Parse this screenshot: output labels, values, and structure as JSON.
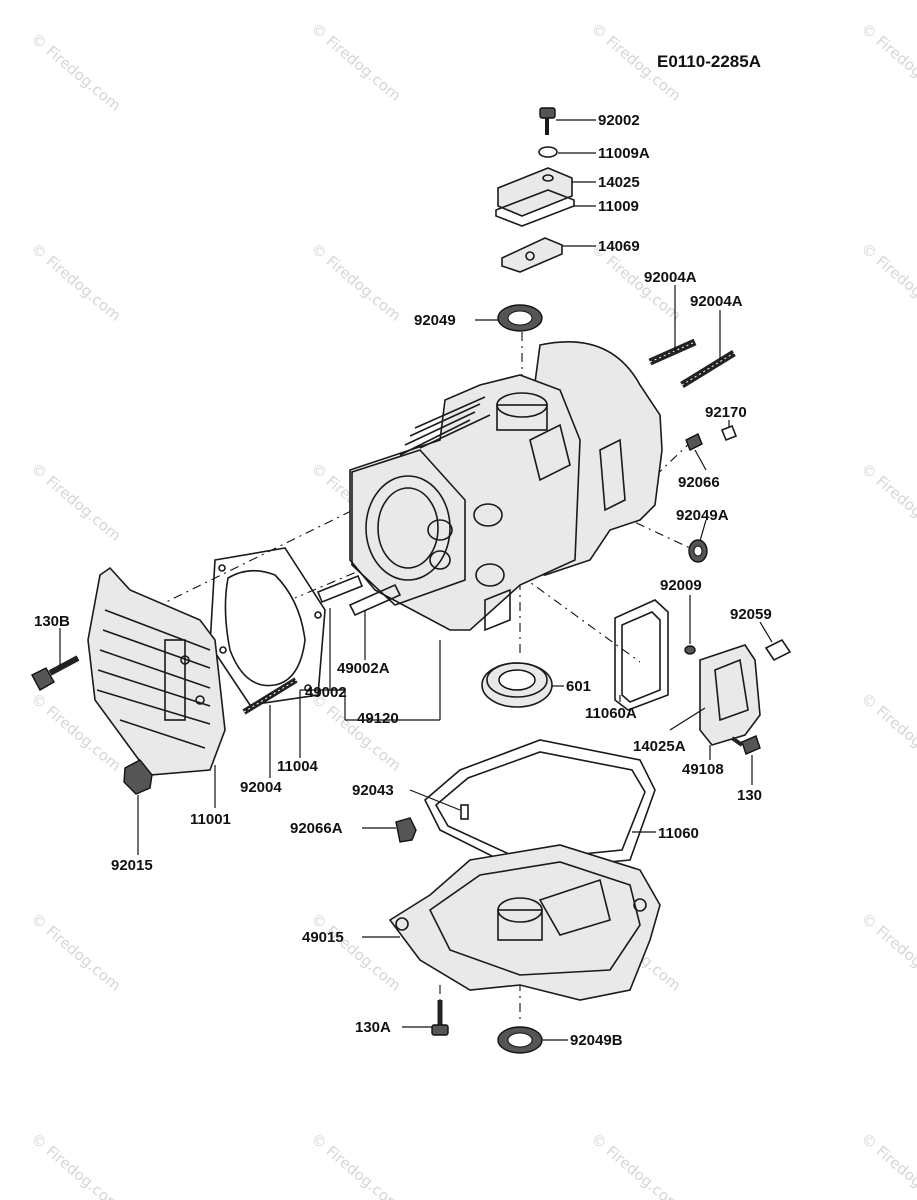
{
  "diagram_code": "E0110-2285A",
  "watermark": "© Firedog.com",
  "parts": {
    "p92002": "92002",
    "p11009A": "11009A",
    "p14025": "14025",
    "p11009": "11009",
    "p14069": "14069",
    "p92004A_1": "92004A",
    "p92004A_2": "92004A",
    "p92049": "92049",
    "p92170": "92170",
    "p92066": "92066",
    "p92049A": "92049A",
    "p92009": "92009",
    "p92059": "92059",
    "p130B": "130B",
    "p49002A": "49002A",
    "p49002": "49002",
    "p49120": "49120",
    "p601": "601",
    "p11060A": "11060A",
    "p14025A": "14025A",
    "p49108": "49108",
    "p130": "130",
    "p11004": "11004",
    "p92004": "92004",
    "p11001": "11001",
    "p92015": "92015",
    "p92043": "92043",
    "p92066A": "92066A",
    "p11060": "11060",
    "p49015": "49015",
    "p130A": "130A",
    "p92049B": "92049B"
  }
}
